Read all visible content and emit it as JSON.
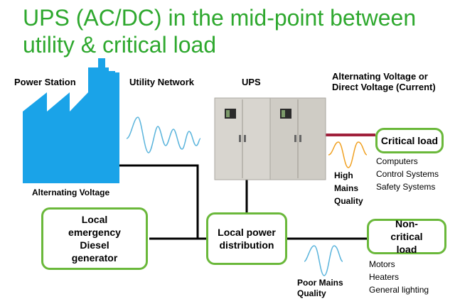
{
  "title": "UPS (AC/DC) in the mid-point between utility & critical load",
  "labels": {
    "power_station": "Power Station",
    "utility_network": "Utility Network",
    "ups": "UPS",
    "alt_or_direct": "Alternating Voltage or Direct Voltage (Current)",
    "alternating_voltage": "Alternating Voltage",
    "high_mains_quality": "High Mains Quality",
    "poor_mains_quality": "Poor Mains Quality"
  },
  "boxes": {
    "critical_load": "Critical load",
    "diesel_generator": "Local emergency Diesel generator",
    "power_distribution": "Local power distribution",
    "non_critical_load": "Non-critical load"
  },
  "critical_list": [
    "Computers",
    "Control Systems",
    "Safety Systems"
  ],
  "noncritical_list": [
    "Motors",
    "Heaters",
    "General lighting"
  ],
  "colors": {
    "title": "#2ea82e",
    "box_border": "#6ab83a",
    "factory": "#1aa3e8",
    "utility_wave": "#5ab4dc",
    "orange_wave": "#f0a020",
    "poor_wave": "#5ab4dc",
    "critical_line": "#a0203c",
    "wire": "#000000",
    "ups_cabinet": "#d8d5cf"
  }
}
